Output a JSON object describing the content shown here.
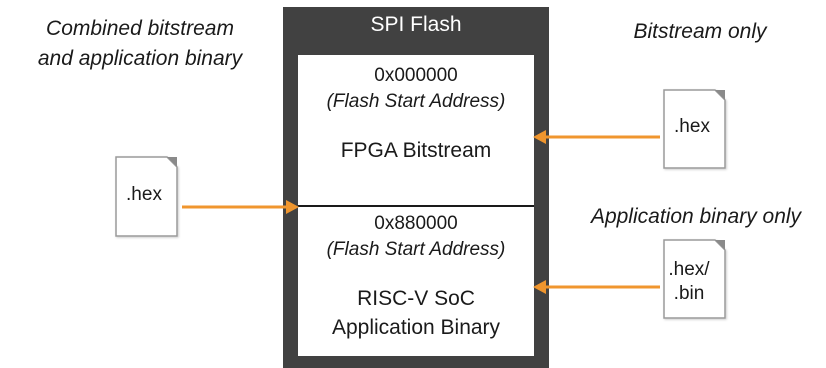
{
  "left_caption": {
    "line1": "Combined bitstream",
    "line2": "and application binary"
  },
  "top_right_caption": "Bitstream only",
  "bottom_right_caption": "Application binary only",
  "flash": {
    "title": "SPI Flash",
    "region1": {
      "address": "0x000000",
      "address_note": "(Flash Start Address)",
      "name": "FPGA Bitstream"
    },
    "region2": {
      "address": "0x880000",
      "address_note": "(Flash Start Address)",
      "name_line1": "RISC-V SoC",
      "name_line2": "Application Binary"
    }
  },
  "files": {
    "combined": {
      "label": ".hex"
    },
    "bitstream": {
      "label": ".hex"
    },
    "application": {
      "line1": ".hex/",
      "line2": ".bin"
    }
  },
  "colors": {
    "arrow": "#F0962E",
    "flash_frame": "#414141",
    "file_border": "#9a9a9a",
    "file_corner": "#8a8a8a"
  }
}
